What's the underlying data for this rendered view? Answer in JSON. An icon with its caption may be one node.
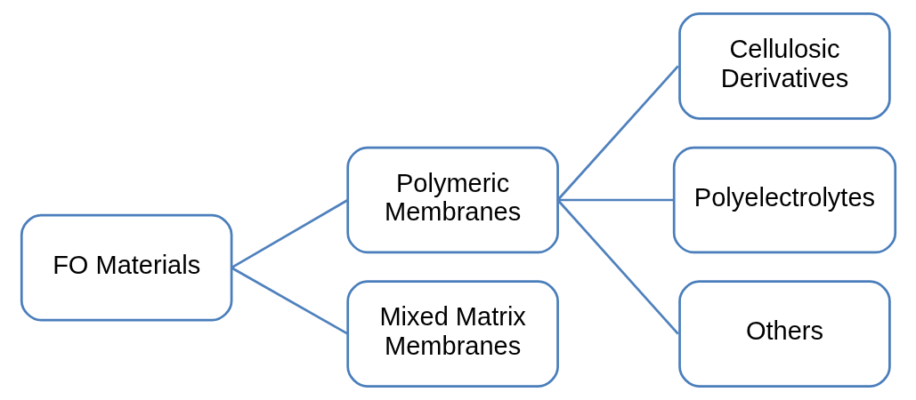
{
  "diagram": {
    "nodes": [
      {
        "text": [
          "FO Materials"
        ]
      },
      {
        "text": [
          "Polymeric Membranes"
        ]
      },
      {
        "text": [
          "Mixed Matrix Membranes"
        ]
      },
      {
        "text": [
          "Cellulosic Derivatives"
        ]
      },
      {
        "text": [
          "Polyelectrolytes"
        ]
      },
      {
        "text": [
          "Others"
        ]
      }
    ],
    "edges": [
      {
        "from": 0,
        "to": 1,
        "arrow": "none"
      },
      {
        "from": 0,
        "to": 2,
        "arrow": "none"
      },
      {
        "from": 1,
        "to": 3,
        "arrow": "none"
      },
      {
        "from": 1,
        "to": 4,
        "arrow": "none"
      },
      {
        "from": 1,
        "to": 5,
        "arrow": "none"
      }
    ]
  }
}
